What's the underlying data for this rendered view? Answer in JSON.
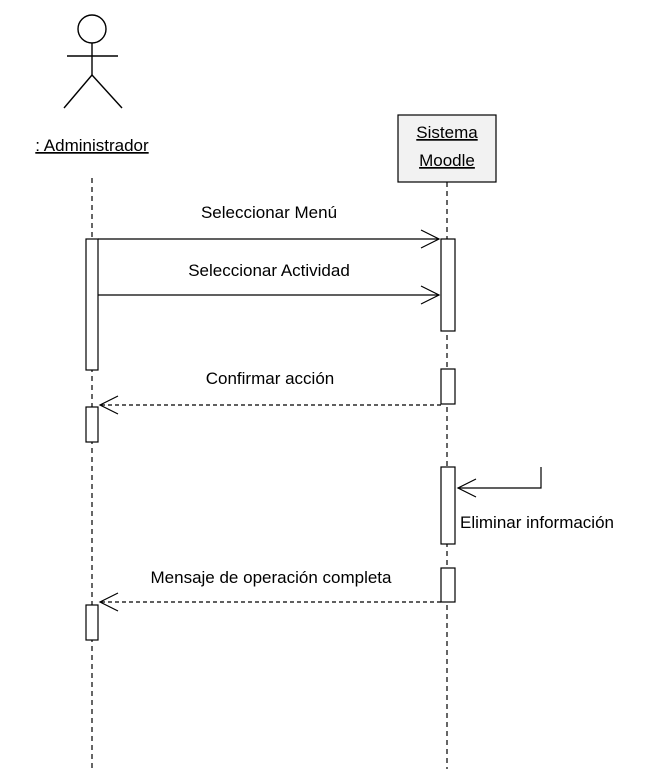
{
  "actors": {
    "administrador": {
      "label": ": Administrador"
    },
    "sistema": {
      "label_line1": "Sistema",
      "label_line2": "Moodle"
    }
  },
  "messages": {
    "m1": "Seleccionar Menú",
    "m2": "Seleccionar Actividad",
    "m3": "Confirmar acción",
    "m4": "Eliminar información",
    "m5": "Mensaje de operación completa"
  }
}
